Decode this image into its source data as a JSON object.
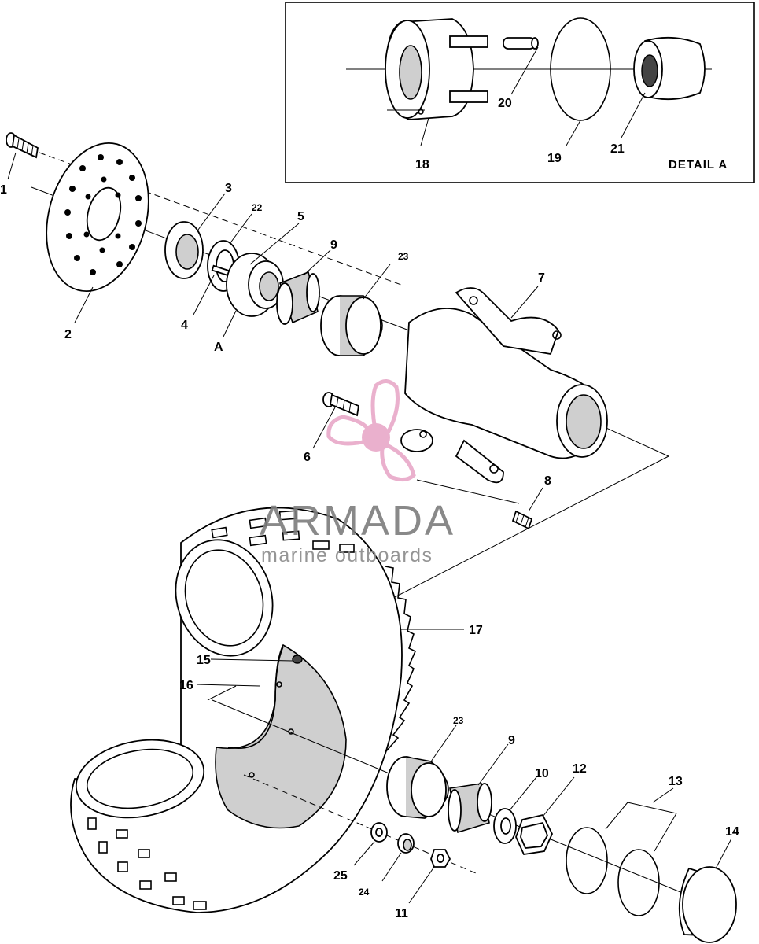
{
  "detail": {
    "title": "DETAIL  A"
  },
  "watermark": {
    "brand": "ARMADA",
    "tagline": "marine outboards"
  },
  "labels": {
    "p1": "1",
    "p2": "2",
    "p3": "3",
    "p4": "4",
    "p5": "5",
    "p6": "6",
    "p7": "7",
    "p8": "8",
    "p9a": "9",
    "p9b": "9",
    "p10": "10",
    "p11": "11",
    "p12": "12",
    "p13": "13",
    "p14": "14",
    "p15": "15",
    "p16": "16",
    "p17": "17",
    "p18": "18",
    "p19": "19",
    "p20": "20",
    "p21": "21",
    "p22": "22",
    "p23a": "23",
    "p23b": "23",
    "p24": "24",
    "p25": "25",
    "pA": "A"
  },
  "colors": {
    "watermark_pink": "#e8a8c8",
    "watermark_gray": "#7d7d7d"
  }
}
